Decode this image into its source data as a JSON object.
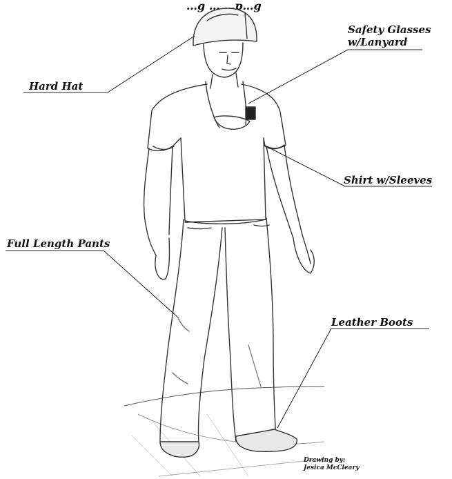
{
  "title": "…g … …p…g",
  "labels": {
    "hard_hat": "Hard Hat",
    "safety_glasses_line1": "Safety Glasses",
    "safety_glasses_line2": "w/Lanyard",
    "shirt": "Shirt w/Sleeves",
    "pants": "Full Length Pants",
    "boots": "Leather Boots"
  },
  "credit": {
    "line1": "Drawing by:",
    "line2": "Jesica McCleary"
  },
  "colors": {
    "ink": "#111111",
    "pencil": "#444444",
    "background": "#ffffff"
  }
}
